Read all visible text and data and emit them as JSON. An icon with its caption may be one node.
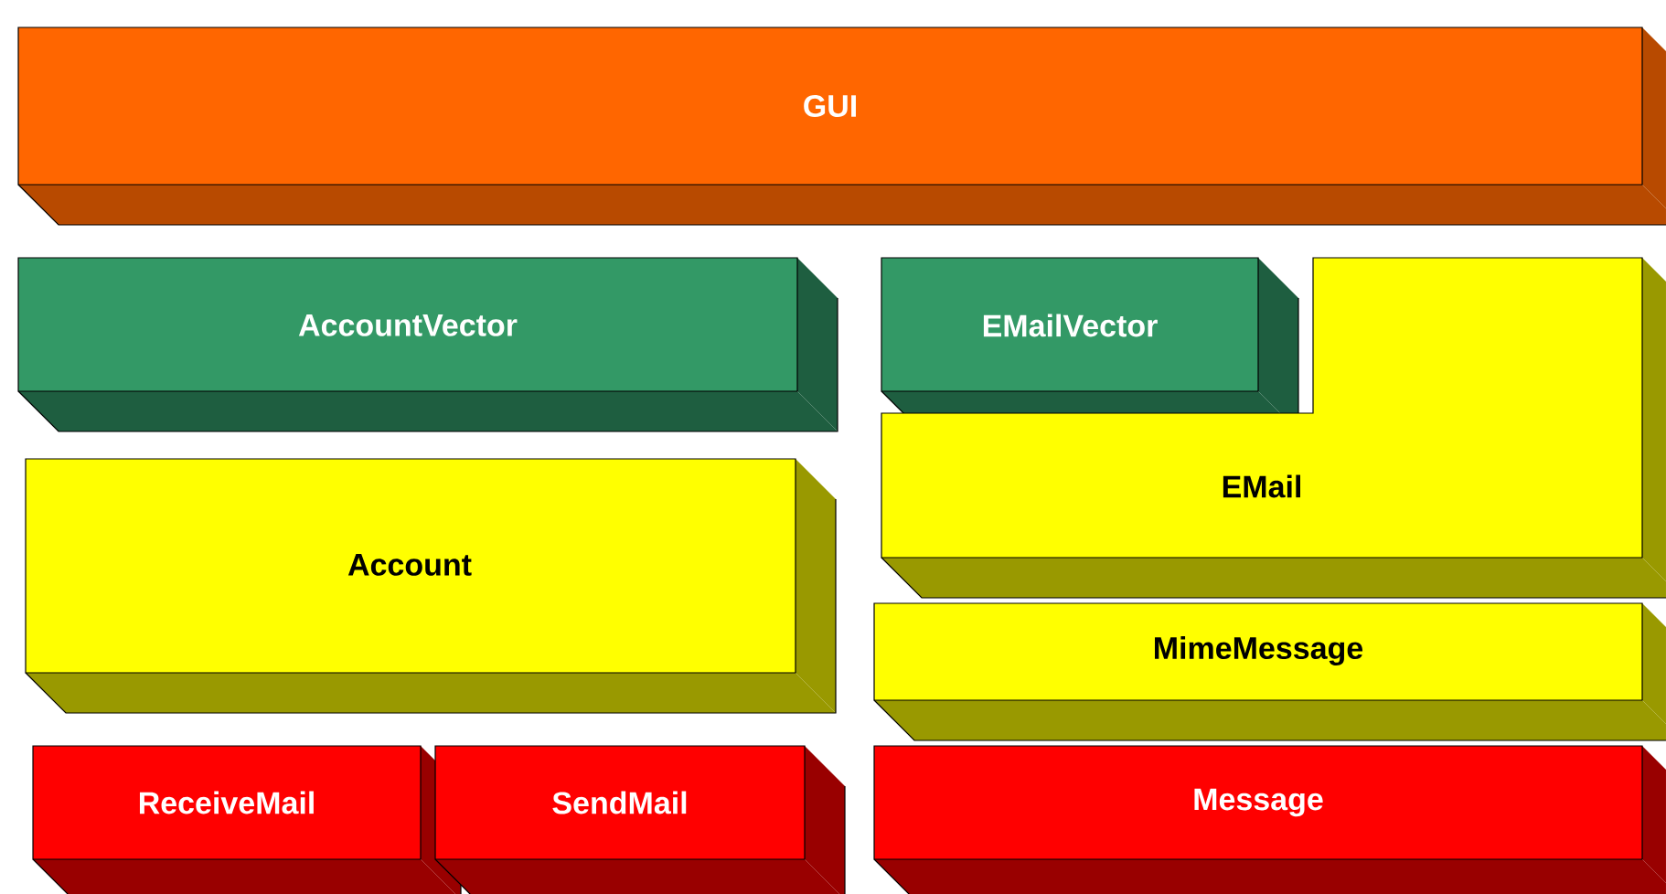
{
  "diagram": {
    "nodes": [
      {
        "text": [
          "GUI"
        ]
      },
      {
        "text": [
          "AccountVector"
        ]
      },
      {
        "text": [
          "EMailVector"
        ]
      },
      {
        "text": [
          "EMail"
        ]
      },
      {
        "text": [
          "Account"
        ]
      },
      {
        "text": [
          "MimeMessage"
        ]
      },
      {
        "text": [
          "ReceiveMail"
        ]
      },
      {
        "text": [
          "SendMail"
        ]
      },
      {
        "text": [
          "Message"
        ]
      }
    ]
  }
}
